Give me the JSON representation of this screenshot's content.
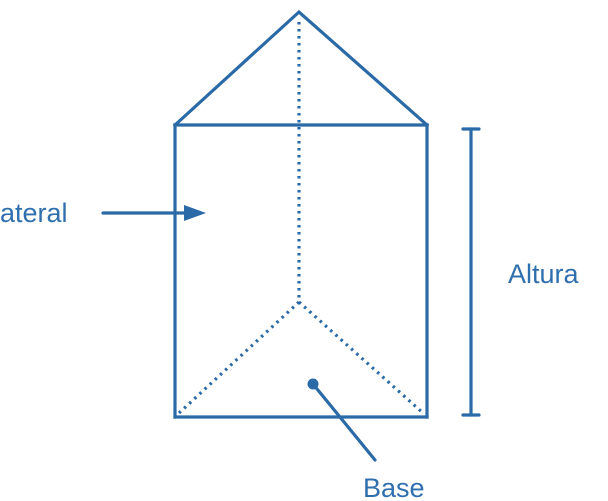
{
  "labels": {
    "lateral": "lateral",
    "altura": "Altura",
    "base": "Base"
  },
  "colors": {
    "stroke": "#2a6aa6",
    "text": "#2f6fae",
    "background": "#ffffff"
  }
}
